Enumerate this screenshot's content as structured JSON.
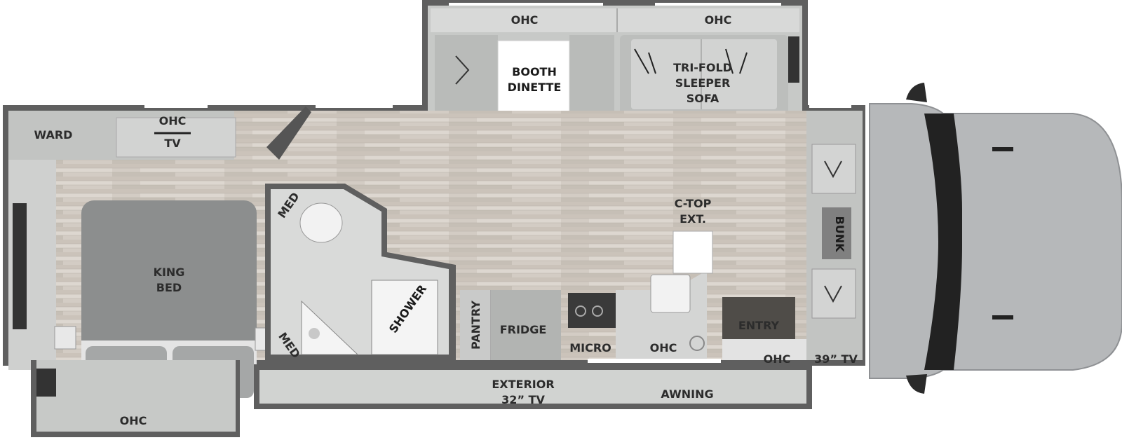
{
  "labels": {
    "ohc_slide_left": "OHC",
    "ohc_slide_right": "OHC",
    "booth_dinette_1": "BOOTH",
    "booth_dinette_2": "DINETTE",
    "sofa_1": "TRI-FOLD",
    "sofa_2": "SLEEPER",
    "sofa_3": "SOFA",
    "ward": "WARD",
    "ohc_tv_top": "OHC",
    "tv_bedroom": "TV",
    "med_top": "MED",
    "med_bottom": "MED",
    "king_bed_1": "KING",
    "king_bed_2": "BED",
    "shower": "SHOWER",
    "pantry": "PANTRY",
    "fridge": "FRIDGE",
    "micro": "MICRO",
    "ohc_kitchen": "OHC",
    "ctop_1": "C-TOP",
    "ctop_2": "EXT.",
    "entry": "ENTRY",
    "ohc_front": "OHC",
    "tv_front": "39” TV",
    "bunk": "BUNK",
    "exterior_1": "EXTERIOR",
    "exterior_2": "32” TV",
    "awning": "AWNING",
    "ohc_rear": "OHC"
  },
  "colors": {
    "wall": "#5f5f5f",
    "floor": "#cfc8c0",
    "cabinet": "#c4c6c4",
    "bed": "#8d8f8f",
    "cab": "#b3b5b7",
    "windshield": "#222222"
  }
}
